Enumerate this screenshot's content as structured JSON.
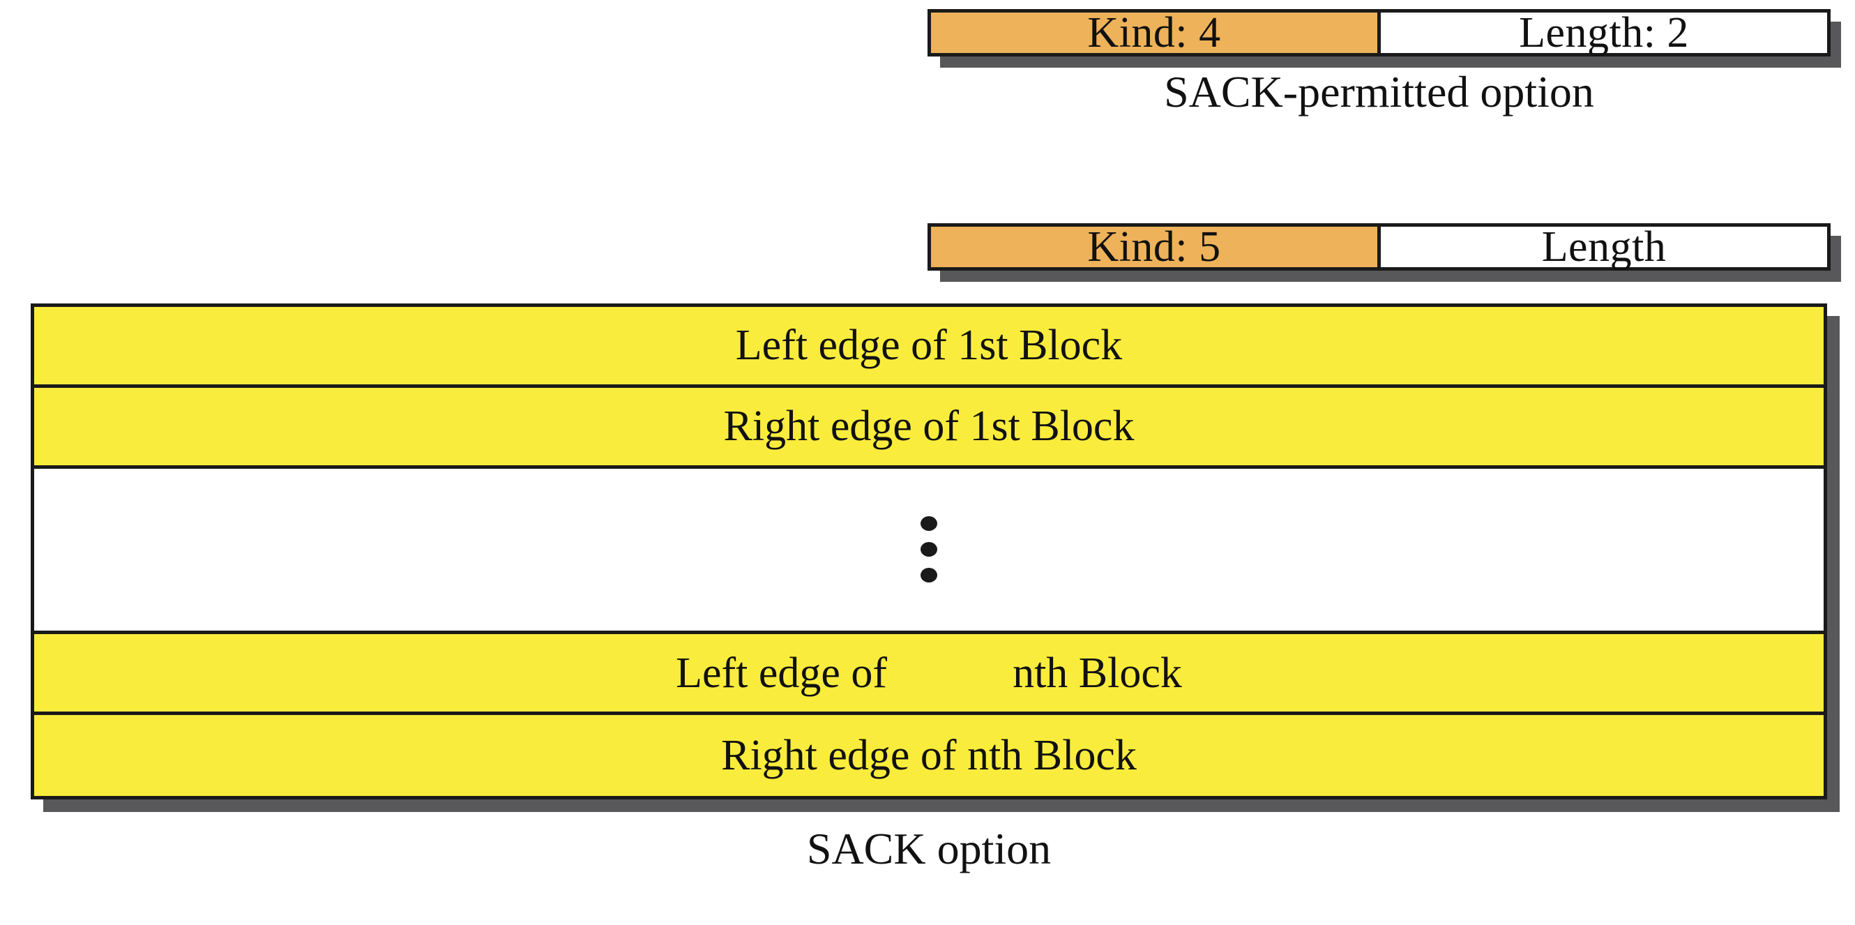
{
  "diagram": {
    "title": "TCP SACK options",
    "colors": {
      "kind_fill": "#eeb25a",
      "length_fill": "#ffffff",
      "block_fill": "#faec3c",
      "border": "#1a1a1a",
      "shadow": "#58585a",
      "background": "#ffffff"
    }
  },
  "sack_permitted": {
    "caption": "SACK-permitted option",
    "fields": [
      {
        "label": "Kind: 4",
        "fill": "kind"
      },
      {
        "label": "Length: 2",
        "fill": "plain"
      }
    ]
  },
  "sack_option": {
    "caption": "SACK option",
    "header_fields": [
      {
        "label": "Kind: 5",
        "fill": "kind"
      },
      {
        "label": "Length",
        "fill": "plain"
      }
    ],
    "rows": [
      {
        "label": "Left edge of 1st Block",
        "fill": "block"
      },
      {
        "label": "Right edge of 1st Block",
        "fill": "block"
      },
      {
        "label": "",
        "fill": "plain",
        "kind": "ellipsis",
        "glyph": "vertical-ellipsis"
      },
      {
        "label": "Left edge of nth Block",
        "label_part1": "Left edge of",
        "label_part2": "nth Block",
        "fill": "block",
        "kind": "split"
      },
      {
        "label": "Right edge of nth Block",
        "fill": "block"
      }
    ]
  }
}
